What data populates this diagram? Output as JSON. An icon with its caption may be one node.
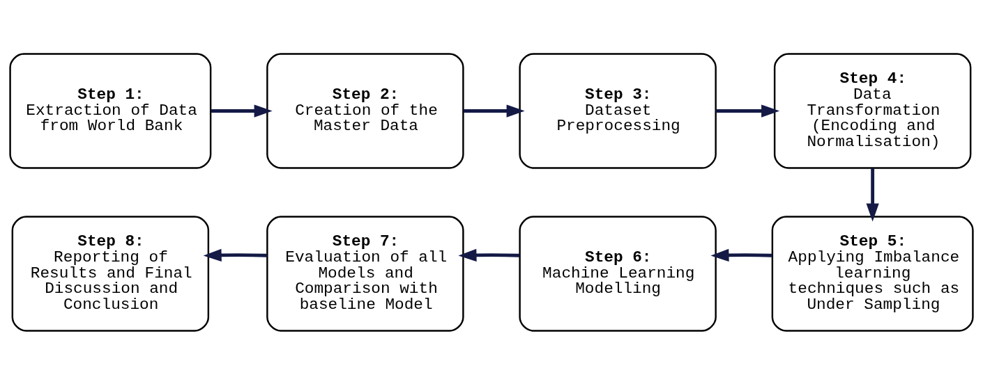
{
  "diagram": {
    "nodes": [
      {
        "text": [
          "Step 1:",
          "Extraction of Data from World Bank"
        ]
      },
      {
        "text": [
          "Step 2:",
          "Creation of the Master Data"
        ]
      },
      {
        "text": [
          "Step 3:",
          "Dataset Preprocessing"
        ]
      },
      {
        "text": [
          "Step 4:",
          "Data Transformation (Encoding and Normalisation)"
        ]
      },
      {
        "text": [
          "Step 5:",
          "Applying Imbalance learning techniques such as Under Sampling"
        ]
      },
      {
        "text": [
          "Step 6:",
          "Machine Learning Modelling"
        ]
      },
      {
        "text": [
          "Step 7:",
          "Evaluation of all Models and Comparison with baseline Model"
        ]
      },
      {
        "text": [
          "Step 8:",
          "Reporting of Results and Final Discussion and Conclusion"
        ]
      }
    ],
    "edges": [
      {
        "from": 0,
        "to": 1,
        "arrow": "to"
      },
      {
        "from": 1,
        "to": 2,
        "arrow": "to"
      },
      {
        "from": 2,
        "to": 3,
        "arrow": "to"
      },
      {
        "from": 3,
        "to": 4,
        "arrow": "to"
      },
      {
        "from": 4,
        "to": 5,
        "arrow": "to"
      },
      {
        "from": 5,
        "to": 6,
        "arrow": "to"
      },
      {
        "from": 6,
        "to": 7,
        "arrow": "to"
      }
    ]
  }
}
